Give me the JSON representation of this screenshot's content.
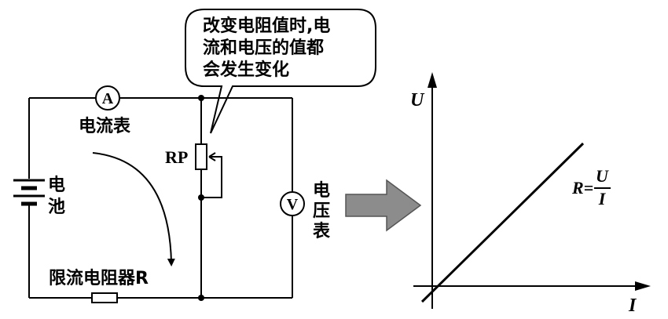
{
  "bubble": {
    "lines": [
      "改变电阻值时,电",
      "流和电压的值都",
      "会发生变化"
    ]
  },
  "circuit": {
    "ammeter_symbol": "A",
    "ammeter_label": "电流表",
    "battery_label": [
      "电",
      "池"
    ],
    "rheostat_label": "RP",
    "voltmeter_symbol": "V",
    "voltmeter_label": [
      "电",
      "压",
      "表"
    ],
    "resistor_label": "限流电阻器R"
  },
  "graph": {
    "y_axis_label": "U",
    "x_axis_label": "I",
    "formula_prefix": "R=",
    "formula_numerator": "U",
    "formula_denominator": "I"
  },
  "colors": {
    "line": "#000000",
    "arrow_fill": "#8c8c8c",
    "arrow_stroke": "#555555"
  }
}
